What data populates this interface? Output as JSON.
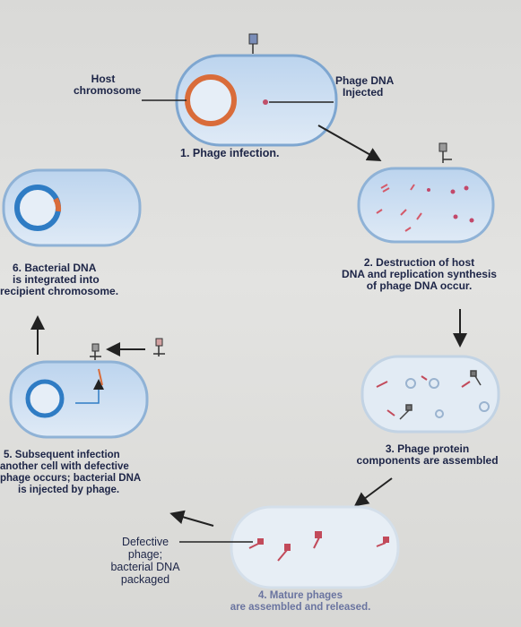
{
  "labels": {
    "host_chromosome": [
      "Host",
      "chromosome"
    ],
    "phage_dna_injected": [
      "Phage DNA",
      "Injected"
    ],
    "step1": "1. Phage infection.",
    "step2": [
      "2. Destruction of host",
      "DNA and replication synthesis",
      "of phage DNA occur."
    ],
    "step3": [
      "3. Phage protein",
      "components are assembled"
    ],
    "step4": [
      "4. Mature phages",
      "are assembled and released."
    ],
    "step5": [
      "5. Subsequent infection",
      "another cell with defective",
      "phage occurs; bacterial DNA",
      "is injected by phage."
    ],
    "step6": [
      "6. Bacterial DNA",
      "is integrated into",
      "recipient chromosome."
    ],
    "defective_phage": [
      "Defective",
      "phage;",
      "bacterial DNA",
      "packaged"
    ]
  },
  "colors": {
    "cell_fill": "#cfe0f2",
    "cell_border": "#8fb2d6",
    "host_dna": "#d96c3a",
    "bacterial_dna": "#2f7cc4",
    "text": "#1d2547"
  }
}
